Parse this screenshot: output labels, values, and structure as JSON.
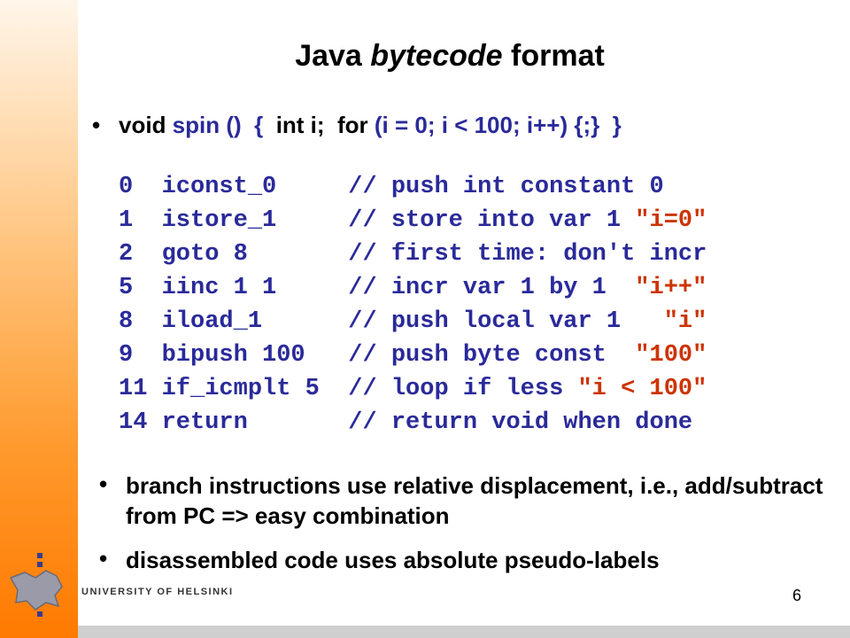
{
  "title": {
    "plain1": "Java ",
    "italic": "bytecode",
    "plain2": " format"
  },
  "signature": {
    "parts": [
      "void ",
      "spin ()",
      "  {  ",
      "int i; ",
      " for ",
      "(i = 0; i < 100; i++) {;}",
      "  }"
    ]
  },
  "code": [
    {
      "text": "0  iconst_0     // push int constant 0",
      "quote": ""
    },
    {
      "text": "1  istore_1     // store into var 1 ",
      "quote": "\"i=0\""
    },
    {
      "text": "2  goto 8       // first time: don't incr",
      "quote": ""
    },
    {
      "text": "5  iinc 1 1     // incr var 1 by 1  ",
      "quote": "\"i++\""
    },
    {
      "text": "8  iload_1      // push local var 1   ",
      "quote": "\"i\""
    },
    {
      "text": "9  bipush 100   // push byte const  ",
      "quote": "\"100\""
    },
    {
      "text": "11 if_icmplt 5  // loop if less ",
      "quote": "\"i < 100\""
    },
    {
      "text": "14 return       // return void when done",
      "quote": ""
    }
  ],
  "bullets": [
    "branch instructions use relative displacement, i.e., add/subtract from PC => easy combination",
    "disassembled code uses absolute pseudo-labels"
  ],
  "footer": {
    "logo_text": "UNIVERSITY OF HELSINKI",
    "page_number": "6"
  },
  "colors": {
    "accent_orange": "#ff7a00",
    "code_blue": "#2a2a9a",
    "quote_red": "#cc3300"
  }
}
